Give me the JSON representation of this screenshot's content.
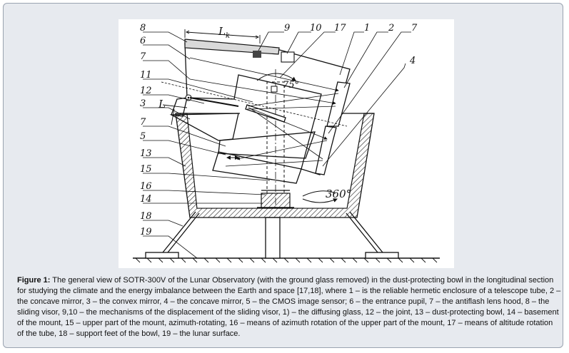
{
  "figure": {
    "labels": {
      "l8": "8",
      "l6": "6",
      "l7a": "7",
      "l11": "11",
      "l12": "12",
      "l3": "3",
      "l7b": "7",
      "l5": "5",
      "l13": "13",
      "l15": "15",
      "l16": "16",
      "l14": "14",
      "l18": "18",
      "l19": "19",
      "l9": "9",
      "l10": "10",
      "l17": "17",
      "l1": "1",
      "l2": "2",
      "l7c": "7",
      "l4": "4",
      "lk": "L",
      "lk_sub": "k",
      "L": "L",
      "angle75": "75°",
      "angle360": "360°"
    }
  },
  "caption": {
    "label": "Figure 1:",
    "text": " The general view of SOTR-300V of the Lunar Observatory (with the ground glass removed) in the dust-protecting bowl in the longitudinal section for studying the climate and the energy imbalance between the Earth and space [17,18], where 1 – is the reliable hermetic enclosure of a telescope tube, 2 – the concave mirror, 3 – the convex mirror, 4 – the concave mirror, 5 – the CMOS image sensor; 6 – the entrance pupil, 7 – the antiflash lens hood, 8 – the sliding visor, 9,10 – the mechanisms of the displacement of the sliding visor, 1) – the diffusing glass, 12 – the joint, 13 – dust-protecting bowl, 14 – basement of the mount, 15 – upper part of the mount, azimuth-rotating, 16 – means of azimuth rotation of the upper part of the mount, 17 – means of altitude rotation of the tube, 18 – support feet of the bowl, 19 – the lunar surface."
  }
}
